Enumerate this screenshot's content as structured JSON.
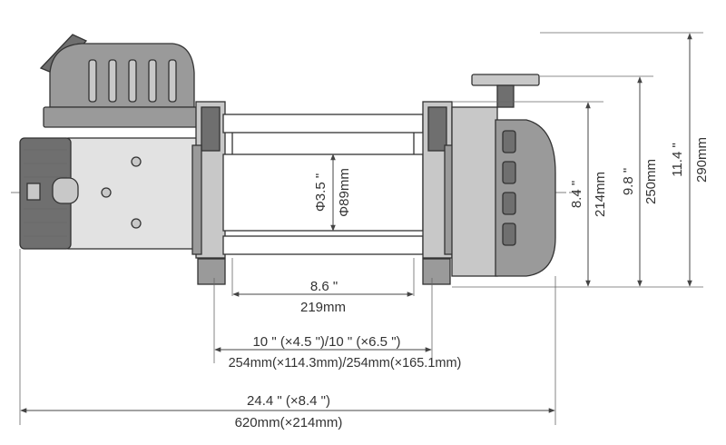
{
  "dimensions": {
    "drum_diameter_in": "Φ3.5 \"",
    "drum_diameter_mm": "Φ89mm",
    "drum_length_in": "8.6 \"",
    "drum_length_mm": "219mm",
    "mount_in": "10 \" (×4.5 \")/10 \" (×6.5 \")",
    "mount_mm": "254mm(×114.3mm)/254mm(×165.1mm)",
    "overall_length_in": "24.4 \" (×8.4 \")",
    "overall_length_mm": "620mm(×214mm)",
    "height_1_in": "8.4 \"",
    "height_1_mm": "214mm",
    "height_2_in": "9.8 \"",
    "height_2_mm": "250mm",
    "height_3_in": "11.4 \"",
    "height_3_mm": "290mm"
  },
  "colors": {
    "line": "#444444",
    "text": "#333333",
    "dark_part": "#6f6f6f",
    "light_part": "#c8c8c8"
  }
}
